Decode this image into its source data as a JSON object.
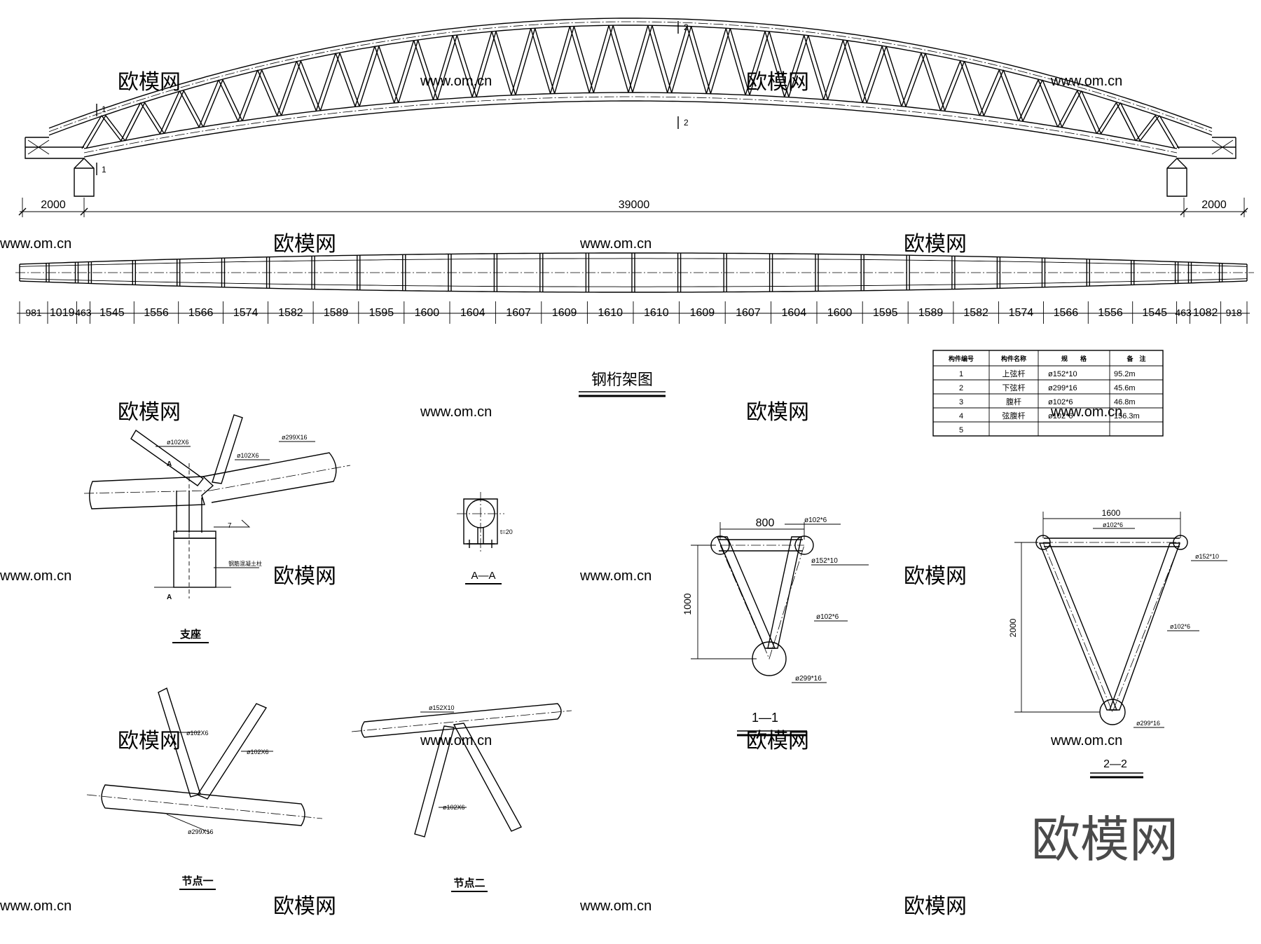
{
  "title": "钢桁架图",
  "watermark": {
    "logo": "欧模网",
    "url": "www.om.cn",
    "big": "欧模网"
  },
  "elevation": {
    "dims": [
      "2000",
      "39000",
      "2000"
    ],
    "section_marks": [
      "1",
      "1",
      "2",
      "2"
    ]
  },
  "plan_dims": [
    "981",
    "1019",
    "463",
    "1545",
    "1556",
    "1566",
    "1574",
    "1582",
    "1589",
    "1595",
    "1600",
    "1604",
    "1607",
    "1609",
    "1610",
    "1610",
    "1609",
    "1607",
    "1604",
    "1600",
    "1595",
    "1589",
    "1582",
    "1574",
    "1566",
    "1556",
    "1545",
    "463",
    "1082",
    "918"
  ],
  "table": {
    "headers": [
      "构件编号",
      "构件名称",
      "规　　格",
      "备　注"
    ],
    "rows": [
      [
        "1",
        "上弦杆",
        "ø152*10",
        "95.2m"
      ],
      [
        "2",
        "下弦杆",
        "ø299*16",
        "45.6m"
      ],
      [
        "3",
        "腹杆",
        "ø102*6",
        "46.8m"
      ],
      [
        "4",
        "弦腹杆",
        "ø102*6",
        "156.3m"
      ],
      [
        "5",
        "",
        "",
        ""
      ]
    ]
  },
  "support": {
    "title": "支座",
    "labels": [
      "ø102X6",
      "ø102X6",
      "ø299X16",
      "钢筋混凝土柱",
      "7",
      "A",
      "A"
    ]
  },
  "aa": {
    "title": "A—A",
    "label": "t=20"
  },
  "sec11": {
    "title": "1—1",
    "dim_w": "800",
    "dim_h": "1000",
    "labels": [
      "ø102*6",
      "ø152*10",
      "ø102*6",
      "ø299*16"
    ]
  },
  "sec22": {
    "title": "2—2",
    "dim_w": "1600",
    "dim_h": "2000",
    "labels": [
      "ø102*6",
      "ø152*10",
      "ø102*6",
      "ø299*16"
    ]
  },
  "node1": {
    "title": "节点一",
    "labels": [
      "ø102X6",
      "ø102X6",
      "ø299X16"
    ]
  },
  "node2": {
    "title": "节点二",
    "labels": [
      "ø152X10",
      "ø102X6"
    ]
  }
}
